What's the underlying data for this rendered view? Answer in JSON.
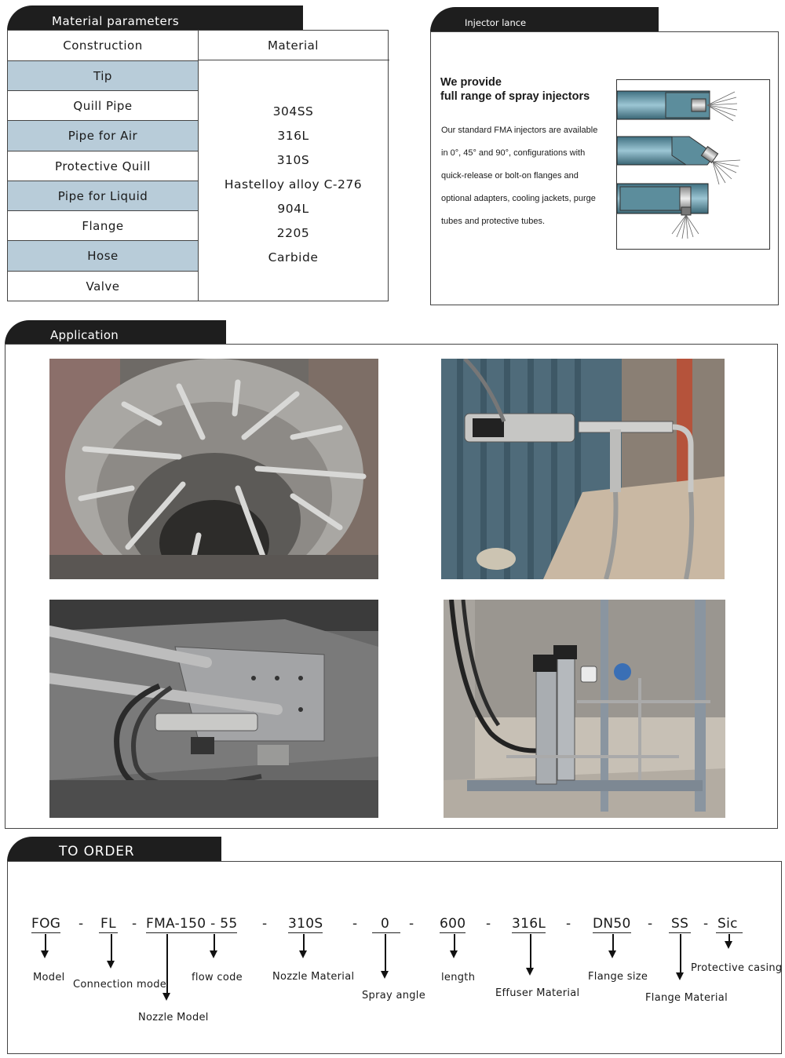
{
  "material": {
    "tab_title": "Material parameters",
    "col_construction": "Construction",
    "col_material": "Material",
    "constructions": [
      "Tip",
      "Quill Pipe",
      "Pipe for Air",
      "Protective Quill",
      "Pipe for Liquid",
      "Flange",
      "Hose",
      "Valve"
    ],
    "materials": [
      "304SS",
      "316L",
      "310S",
      "Hastelloy alloy C-276",
      "904L",
      "2205",
      "Carbide"
    ]
  },
  "injector": {
    "tab_title": "Injector lance",
    "title_line1": "We provide",
    "title_line2": "full range of spray injectors",
    "text_lines": [
      "Our standard FMA injectors are available",
      "in 0°, 45° and 90°, configurations with",
      "quick-release or bolt-on flanges and",
      "optional adapters, cooling jackets, purge",
      "tubes and protective tubes."
    ]
  },
  "application": {
    "tab_title": "Application"
  },
  "order": {
    "tab_title": "TO ORDER",
    "codes": [
      "FOG",
      "FL",
      "FMA-150 - 55",
      "310S",
      "0",
      "600",
      "316L",
      "DN50",
      "SS",
      "Sic"
    ],
    "labels": {
      "model": "Model",
      "connection_mode": "Connection mode",
      "nozzle_model": "Nozzle Model",
      "flow_code": "flow code",
      "nozzle_material": "Nozzle Material",
      "spray_angle": "Spray angle",
      "length": "length",
      "effuser_material": "Effuser Material",
      "flange_size": "Flange size",
      "flange_material": "Flange Material",
      "protective_casing": "Protective casing"
    }
  }
}
